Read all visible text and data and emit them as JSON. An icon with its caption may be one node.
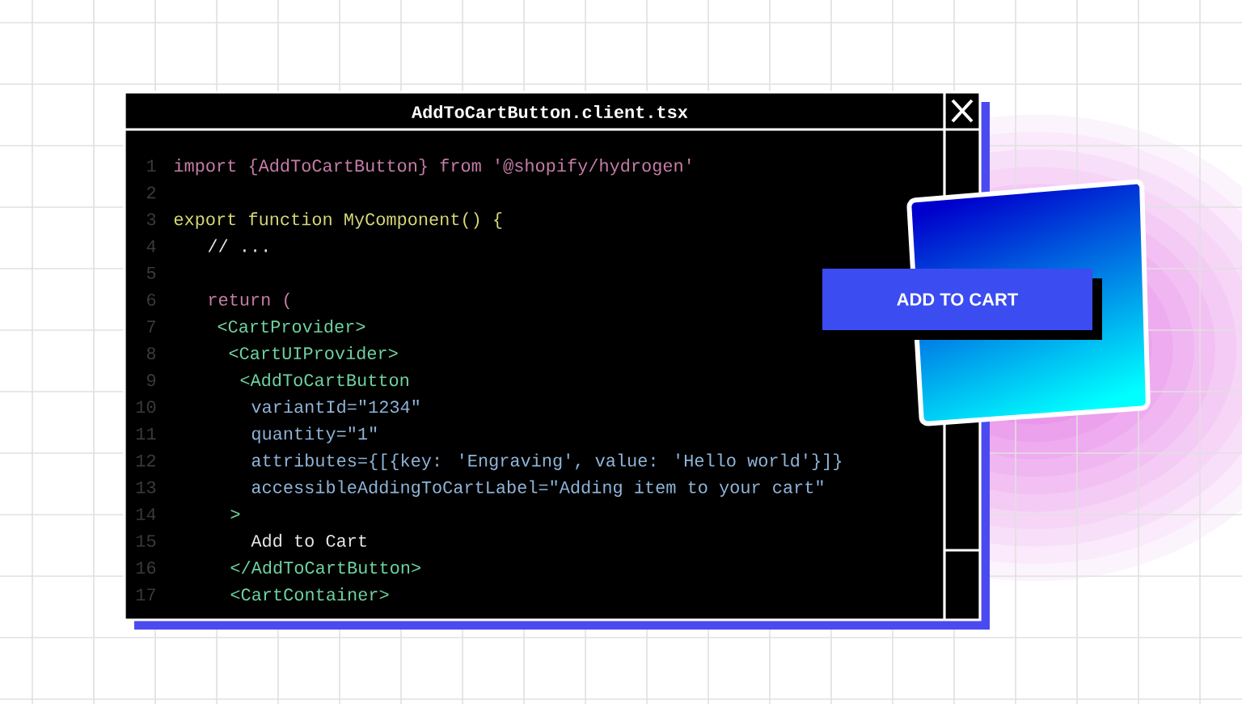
{
  "diagram": {
    "title": "AddToCartButton.client.tsx",
    "nodes": [
      {
        "text": [
          "ADD TO CART"
        ]
      }
    ],
    "labels": [
      "1",
      "import {AddToCartButton} from '@shopify/hydrogen'",
      "2",
      "3",
      "export function MyComponent() {",
      "4",
      "// ...",
      "5",
      "6",
      "return (",
      "7",
      "<CartProvider>",
      "8",
      "<CartUIProvider>",
      "9",
      "<AddToCartButton",
      "10",
      "variantId=\"1234\"",
      "11",
      "quantity=\"1\"",
      "12",
      "attributes={[{key: 'Engraving', value: 'Hello world'}]}",
      "13",
      "accessibleAddingToCartLabel=\"Adding item to your cart\"",
      "14",
      ">",
      "15",
      "Add to Cart",
      "16",
      "</AddToCartButton>",
      "17",
      "<CartContainer>"
    ]
  }
}
